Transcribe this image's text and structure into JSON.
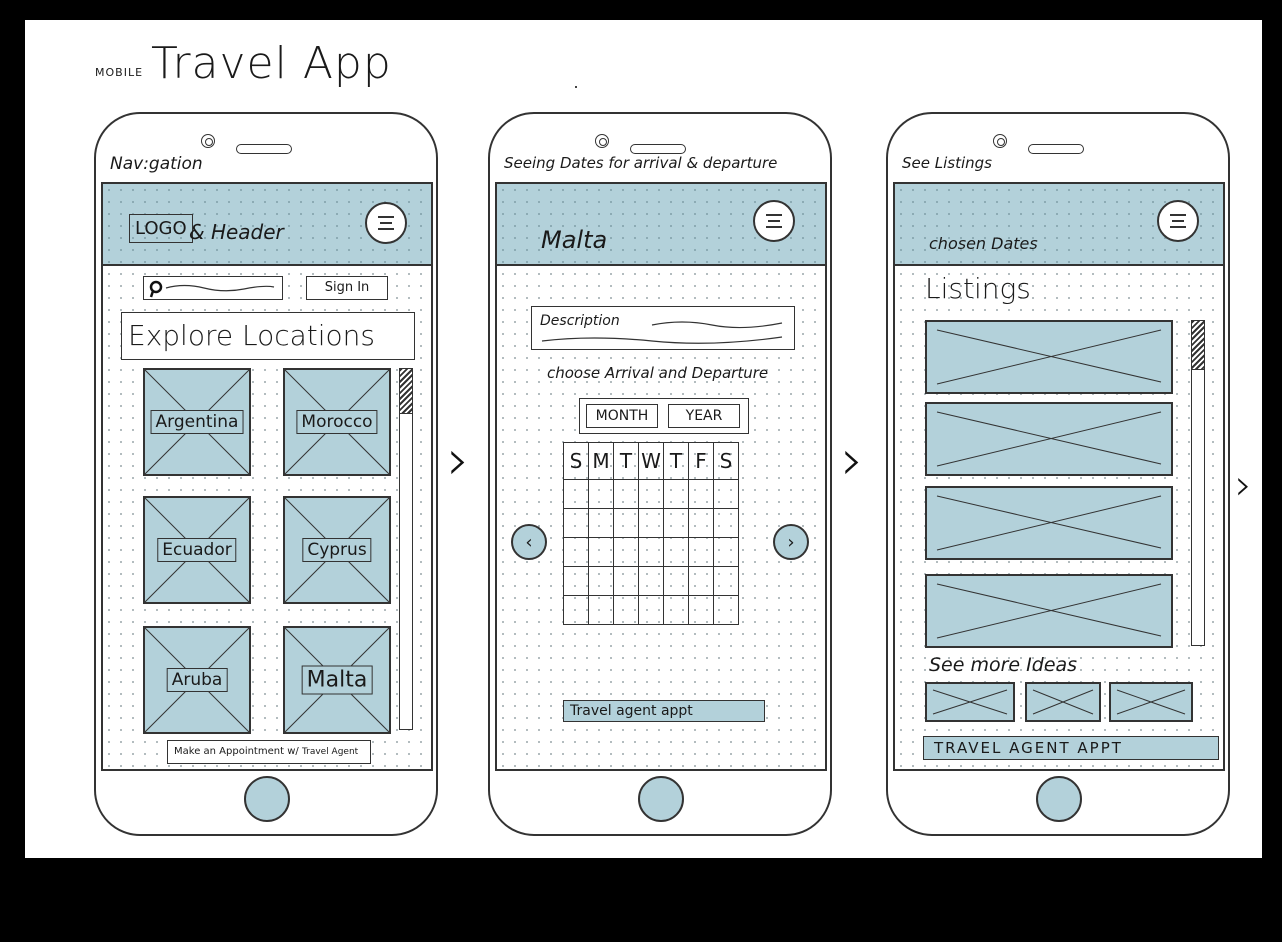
{
  "page": {
    "title_small": "MOBILE",
    "title_big": "Travel App"
  },
  "phone1": {
    "label": "Nav:gation",
    "header_logo": "LOGO",
    "header_text": "& Header",
    "sign_in": "Sign In",
    "explore": "Explore Locations",
    "tiles": [
      "Argentina",
      "Morocco",
      "Ecuador",
      "Cyprus",
      "Aruba",
      "Malta"
    ],
    "appointment": "Make an Appointment w/",
    "appointment_small": "Travel Agent"
  },
  "phone2": {
    "label": "Seeing Dates for arrival & departure",
    "header_title": "Malta",
    "description": "Description",
    "choose": "choose Arrival and Departure",
    "month": "MONTH",
    "year": "YEAR",
    "days": [
      "S",
      "M",
      "T",
      "W",
      "T",
      "F",
      "S"
    ],
    "agent": "Travel agent appt"
  },
  "phone3": {
    "label": "See Listings",
    "chosen_dates": "chosen Dates",
    "listings": "Listings",
    "more_ideas": "See more Ideas",
    "agent": "TRAVEL AGENT APPT"
  },
  "icons": {
    "menu": "hamburger-menu-icon",
    "search": "search-icon",
    "next": "chevron-right-icon",
    "prev": "chevron-left-icon",
    "image_placeholder": "image-placeholder-icon"
  },
  "colors": {
    "accent": "#b3d1da",
    "ink": "#333333"
  }
}
